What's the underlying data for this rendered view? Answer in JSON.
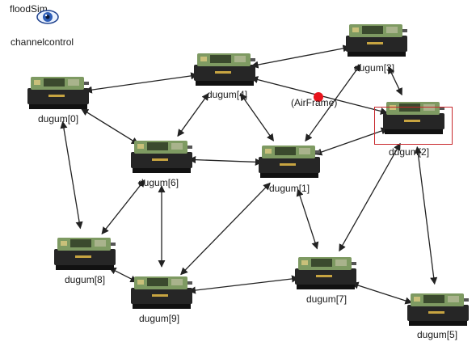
{
  "network_name": "floodSim",
  "channel_control": {
    "label": "channelcontrol",
    "icon": "eye-icon"
  },
  "nodes": [
    {
      "id": "n0",
      "label": "dugum[0]"
    },
    {
      "id": "n1",
      "label": "dugum[1]"
    },
    {
      "id": "n2",
      "label": "dugum[2]",
      "selected": true
    },
    {
      "id": "n3",
      "label": "dugum[3]"
    },
    {
      "id": "n4",
      "label": "dugum[4]"
    },
    {
      "id": "n5",
      "label": "dugum[5]"
    },
    {
      "id": "n6",
      "label": "dugum[6]"
    },
    {
      "id": "n7",
      "label": "dugum[7]"
    },
    {
      "id": "n8",
      "label": "dugum[8]"
    },
    {
      "id": "n9",
      "label": "dugum[9]"
    }
  ],
  "links": [
    [
      "n0",
      "n4"
    ],
    [
      "n0",
      "n6"
    ],
    [
      "n0",
      "n8"
    ],
    [
      "n4",
      "n3"
    ],
    [
      "n4",
      "n6"
    ],
    [
      "n4",
      "n1"
    ],
    [
      "n4",
      "n2"
    ],
    [
      "n3",
      "n1"
    ],
    [
      "n3",
      "n2"
    ],
    [
      "n6",
      "n1"
    ],
    [
      "n6",
      "n8"
    ],
    [
      "n6",
      "n9"
    ],
    [
      "n1",
      "n2"
    ],
    [
      "n1",
      "n9"
    ],
    [
      "n1",
      "n7"
    ],
    [
      "n2",
      "n7"
    ],
    [
      "n2",
      "n5"
    ],
    [
      "n8",
      "n9"
    ],
    [
      "n9",
      "n7"
    ],
    [
      "n7",
      "n5"
    ]
  ],
  "message": {
    "label": "(AirFrame)",
    "color": "#e8141c"
  },
  "colors": {
    "link": "#222222",
    "selection": "#c8282d",
    "message": "#e8141c"
  }
}
